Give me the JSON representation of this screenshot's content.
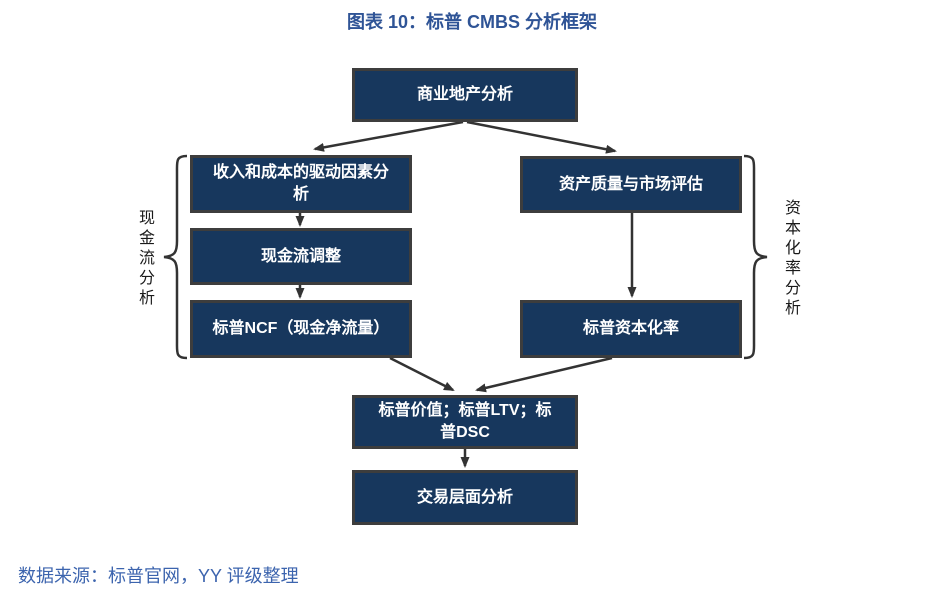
{
  "figure": {
    "title": "图表 10：标普 CMBS 分析框架",
    "source": "数据来源：标普官网，YY 评级整理"
  },
  "diagram": {
    "nodes": [
      {
        "id": "top",
        "label": "商业地产分析"
      },
      {
        "id": "left1",
        "label": "收入和成本的驱动因素分析"
      },
      {
        "id": "left2",
        "label": "现金流调整"
      },
      {
        "id": "left3",
        "label": "标普NCF（现金净流量）"
      },
      {
        "id": "right1",
        "label": "资产质量与市场评估"
      },
      {
        "id": "right2",
        "label": "标普资本化率"
      },
      {
        "id": "merge",
        "label": "标普价值；标普LTV；标普DSC"
      },
      {
        "id": "bottom",
        "label": "交易层面分析"
      }
    ],
    "side_labels": {
      "left": "现金流分析",
      "right": "资本化率分析"
    },
    "edges": [
      "商业地产分析 -> 收入和成本的驱动因素分析",
      "商业地产分析 -> 资产质量与市场评估",
      "收入和成本的驱动因素分析 -> 现金流调整",
      "现金流调整 -> 标普NCF（现金净流量）",
      "资产质量与市场评估 -> 标普资本化率",
      "标普NCF（现金净流量） -> 标普价值；标普LTV；标普DSC",
      "标普资本化率 -> 标普价值；标普LTV；标普DSC",
      "标普价值；标普LTV；标普DSC -> 交易层面分析"
    ]
  },
  "colors": {
    "box_fill": "#17375D",
    "box_border": "#3D3D3D",
    "box_text": "#FFFFFF",
    "title_text": "#2F5496",
    "source_text": "#3C64AE",
    "arrow": "#333333",
    "side_label_text": "#1A1A1A"
  }
}
